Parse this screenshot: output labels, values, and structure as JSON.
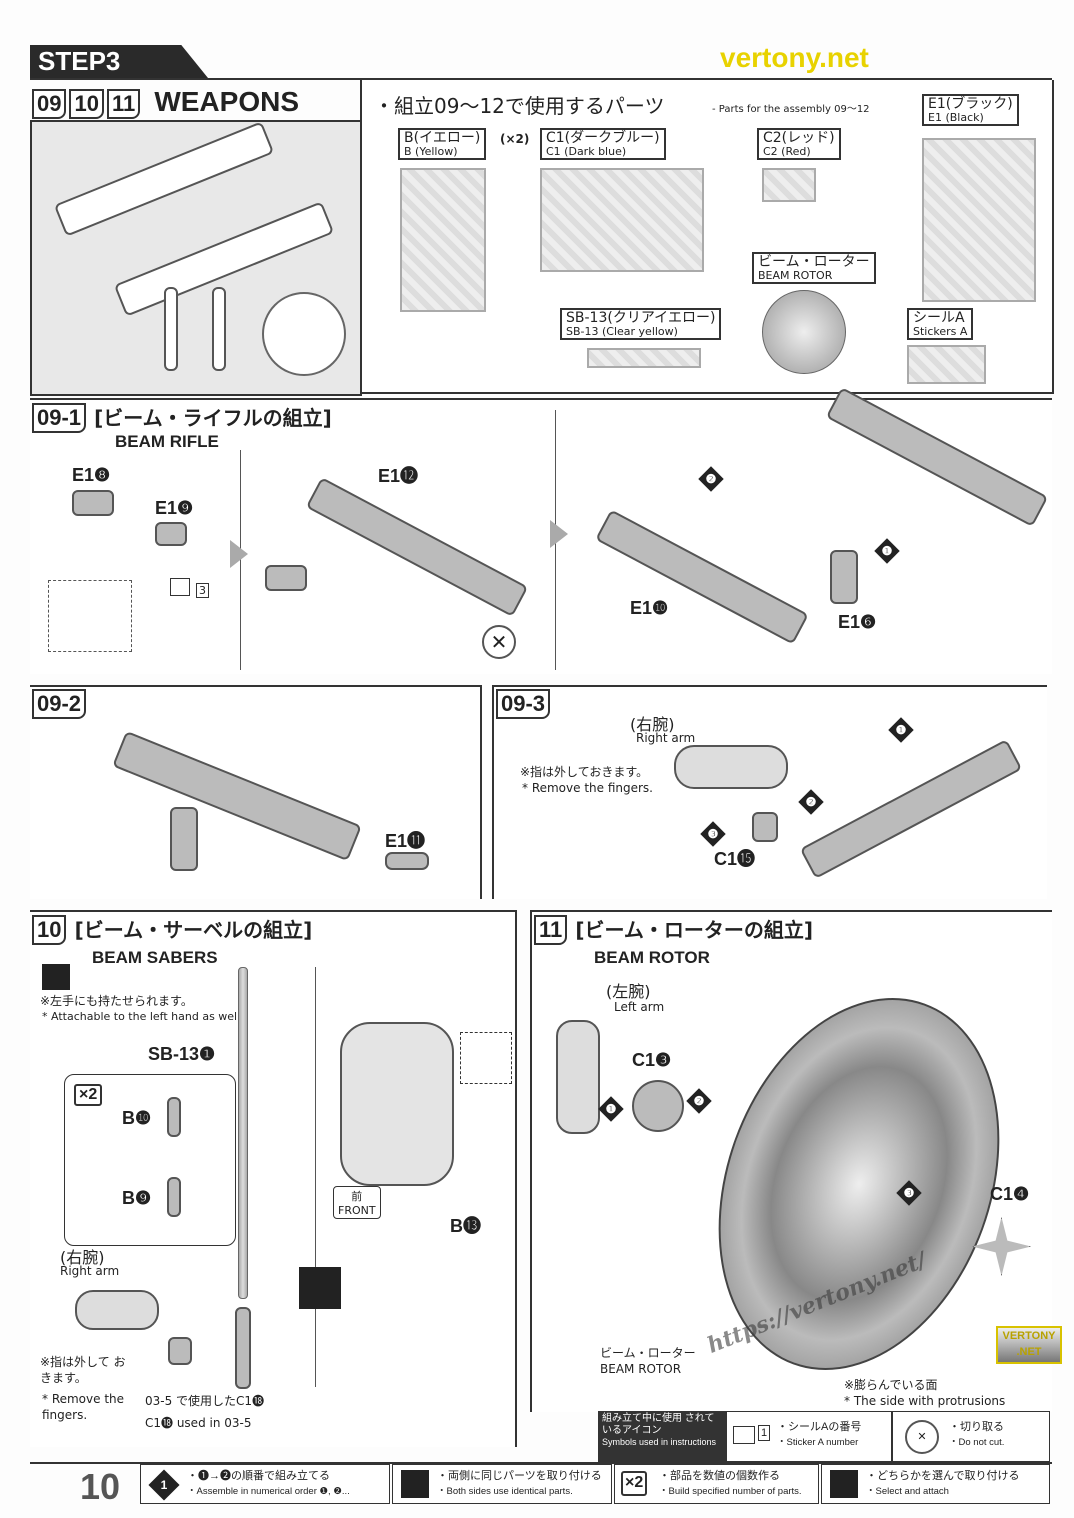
{
  "header": {
    "step": "STEP3",
    "steps": [
      "09",
      "10",
      "11"
    ],
    "title": "WEAPONS"
  },
  "parts": {
    "heading_jp": "・組立09〜12で使用するパーツ",
    "heading_en": "- Parts for the assembly 09〜12",
    "items": [
      {
        "jp": "B(イエロー)",
        "en": "B (Yellow)",
        "count": "(×2)"
      },
      {
        "jp": "C1(ダークブルー)",
        "en": "C1 (Dark blue)"
      },
      {
        "jp": "C2(レッド)",
        "en": "C2 (Red)"
      },
      {
        "jp": "E1(ブラック)",
        "en": "E1 (Black)"
      },
      {
        "jp": "SB-13(クリアイエロー)",
        "en": "SB-13 (Clear yellow)"
      },
      {
        "jp": "ビーム・ローター",
        "en": "BEAM ROTOR"
      },
      {
        "jp": "シールA",
        "en": "Stickers A"
      }
    ]
  },
  "s091": {
    "num": "09-1",
    "jp": "[ビーム・ライフルの組立]",
    "en": "BEAM RIFLE",
    "labels": [
      "E1❽",
      "E1❾",
      "E1⓬",
      "E1❿",
      "E1❻"
    ],
    "sticker": "3",
    "steps": [
      "❷",
      "❶"
    ]
  },
  "s092": {
    "num": "09-2",
    "labels": [
      "E1⓫"
    ]
  },
  "s093": {
    "num": "09-3",
    "arm_jp": "(右腕)",
    "arm_en": "Right arm",
    "note_jp": "※指は外しておきます。",
    "note_en": "* Remove the fingers.",
    "labels": [
      "C1⓯"
    ],
    "steps": [
      "❶",
      "❷",
      "❸"
    ]
  },
  "s10": {
    "num": "10",
    "jp": "[ビーム・サーベルの組立]",
    "en": "BEAM SABERS",
    "note_jp": "※左手にも持たせられます。",
    "note_en": "* Attachable to the left hand as well.",
    "labels": [
      "SB-13❶",
      "B❿",
      "B❾",
      "B⓭"
    ],
    "x2": "×2",
    "arm_jp": "(右腕)",
    "arm_en": "Right arm",
    "fnote_jp": "※指は外して おきます。",
    "fnote_en": "* Remove the fingers.",
    "used_jp": "03-5 で使用したC1⓲",
    "used_en": "C1⓲ used in 03-5",
    "front_jp": "前",
    "front_en": "FRONT"
  },
  "s11": {
    "num": "11",
    "jp": "[ビーム・ローターの組立]",
    "en": "BEAM ROTOR",
    "arm_jp": "(左腕)",
    "arm_en": "Left arm",
    "labels": [
      "C1❸",
      "C1❹"
    ],
    "steps": [
      "❶",
      "❷",
      "❸"
    ],
    "rotor_jp": "ビーム・ローター",
    "rotor_en": "BEAM ROTOR",
    "side_jp": "※膨らんでいる面",
    "side_en": "* The side with protrusions"
  },
  "watermark": {
    "url": "https://vertony.net/",
    "brand": "VERTONY .NET",
    "brand2": "vertony.net"
  },
  "footer": {
    "page": "10",
    "symbols_title_jp": "組み立て中に使用 されているアイコン",
    "symbols_title_en": "Symbols used in instructions",
    "items": [
      {
        "icon": "1",
        "jp": "・❶→❷の順番で組み立てる",
        "en": "・Assemble in numerical order ❶, ❷..."
      },
      {
        "jp": "・両側に同じパーツを取り付ける",
        "en": "・Both sides use identical parts."
      },
      {
        "icon": "×2",
        "jp": "・部品を数値の個数作る",
        "en": "・Build specified number of parts."
      },
      {
        "jp": "・どちらかを選んで取り付ける",
        "en": "・Select and attach"
      },
      {
        "icon": "1",
        "jp": "・シールAの番号",
        "en": "・Sticker A number"
      },
      {
        "jp": "・切り取る",
        "en": "・Do not cut."
      }
    ]
  }
}
